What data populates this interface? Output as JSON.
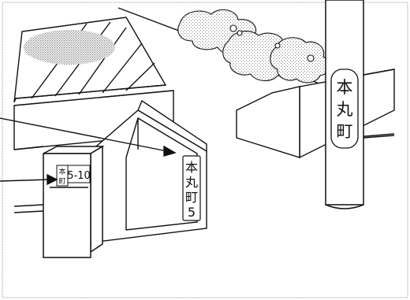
{
  "utility_pole_sign": {
    "char1": "本",
    "char2": "丸",
    "char3": "町"
  },
  "wall_sign": {
    "char1": "本",
    "char2": "丸",
    "char3": "町",
    "number": "5"
  },
  "meter_box_label": {
    "small_char1": "本",
    "small_char2": "町",
    "number": "5-10"
  },
  "colors": {
    "line": "#111111",
    "shade": "#b8b8b8",
    "border": "#9a9a9a"
  }
}
